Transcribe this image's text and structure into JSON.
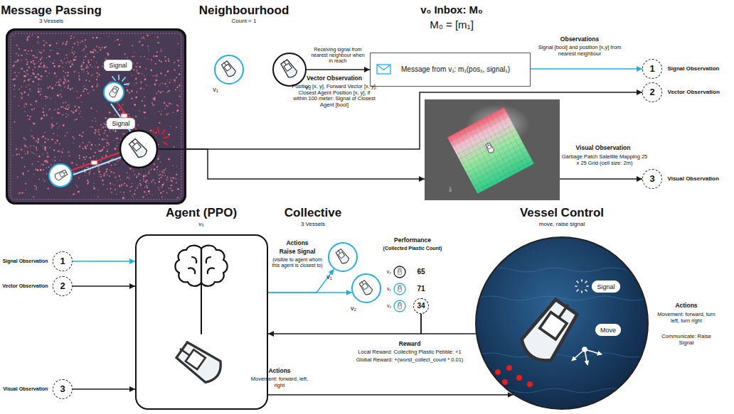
{
  "diagram": {
    "nodes": [
      {
        "text": [
          "Message Passing",
          "3 Vessels"
        ]
      },
      {
        "text": [
          "Signal"
        ],
        "in": 0
      },
      {
        "text": [
          "Signal"
        ],
        "in": 0
      },
      {
        "text": [
          "v₁"
        ]
      },
      {
        "text": [
          "v₀"
        ]
      },
      {
        "text": [
          "Message from v₁: m₁(pos₁, signal₁)"
        ]
      },
      {
        "text": [
          "1",
          "Signal Observation"
        ]
      },
      {
        "text": [
          "2",
          "Vector Observation"
        ]
      },
      {
        "text": [
          "Visual Observation",
          "Garbage Patch Satellite Mapping 25 x 25 Grid (cell size: 2m)"
        ]
      },
      {
        "text": [
          "3",
          "Visual Observation"
        ]
      },
      {
        "text": [
          "1",
          "Signal Observation"
        ]
      },
      {
        "text": [
          "2",
          "Vector Observation"
        ]
      },
      {
        "text": [
          "3",
          "Visual Observation"
        ]
      },
      {
        "text": [
          "Agent (PPO)",
          "v₀"
        ]
      },
      {
        "text": [
          "v₁"
        ]
      },
      {
        "text": [
          "v₂"
        ]
      },
      {
        "text": [
          "34"
        ]
      },
      {
        "text": [
          "Vessel Control",
          "move, raise signal"
        ]
      },
      {
        "text": [
          "Signal"
        ],
        "in": 17
      },
      {
        "text": [
          "Move"
        ],
        "in": 17
      }
    ],
    "edges": [
      {
        "from": 4,
        "to": 5,
        "arrow": "to",
        "label": "Receiving signal from nearest neighbour when in reach"
      },
      {
        "from": 5,
        "to": 6,
        "arrow": "to"
      },
      {
        "from": 0,
        "to": 7,
        "arrow": "to"
      },
      {
        "from": 0,
        "to": 8,
        "arrow": "to"
      },
      {
        "from": 8,
        "to": 9,
        "arrow": "to"
      },
      {
        "from": 10,
        "to": 13,
        "arrow": "to"
      },
      {
        "from": 11,
        "to": 13,
        "arrow": "to"
      },
      {
        "from": 12,
        "to": 13,
        "arrow": "to"
      },
      {
        "from": 13,
        "to": 14,
        "arrow": "to"
      },
      {
        "from": 13,
        "to": 15,
        "arrow": "to"
      },
      {
        "from": 16,
        "to": 13,
        "arrow": "to"
      },
      {
        "from": 17,
        "to": 16,
        "arrow": "none"
      },
      {
        "from": 13,
        "to": 17,
        "arrow": "to"
      }
    ],
    "labels": [
      "Neighbourhood",
      "Count = 1",
      "v₀ Inbox: M₀",
      "M₀ = [m₁]",
      "Observations",
      "Signal [bool] and position [x,y] from nearest neighbour",
      "Vector Observation",
      "Position [x, y], Forward Vector [x, y], Closest Agent Position [x, y], if within 100 meter: Signal of Closest Agent [bool]",
      "Collective",
      "3 Vessels",
      "Actions",
      "Raise Signal",
      "(visible to agent whom this agent is closest to)",
      "Performance",
      "(Collected Plastic Count)",
      "v₀",
      "65",
      "v₁",
      "71",
      "v₂",
      "Reward",
      "Local Reward: Collecting Plastic Pebble: +1",
      "Global Reward: +(worst_collect_count * 0.01)",
      "Actions",
      "Movement: forward, left, right",
      "Actions",
      "Movement: forward, turn left, turn right",
      "Communicate: Raise Signal"
    ]
  }
}
